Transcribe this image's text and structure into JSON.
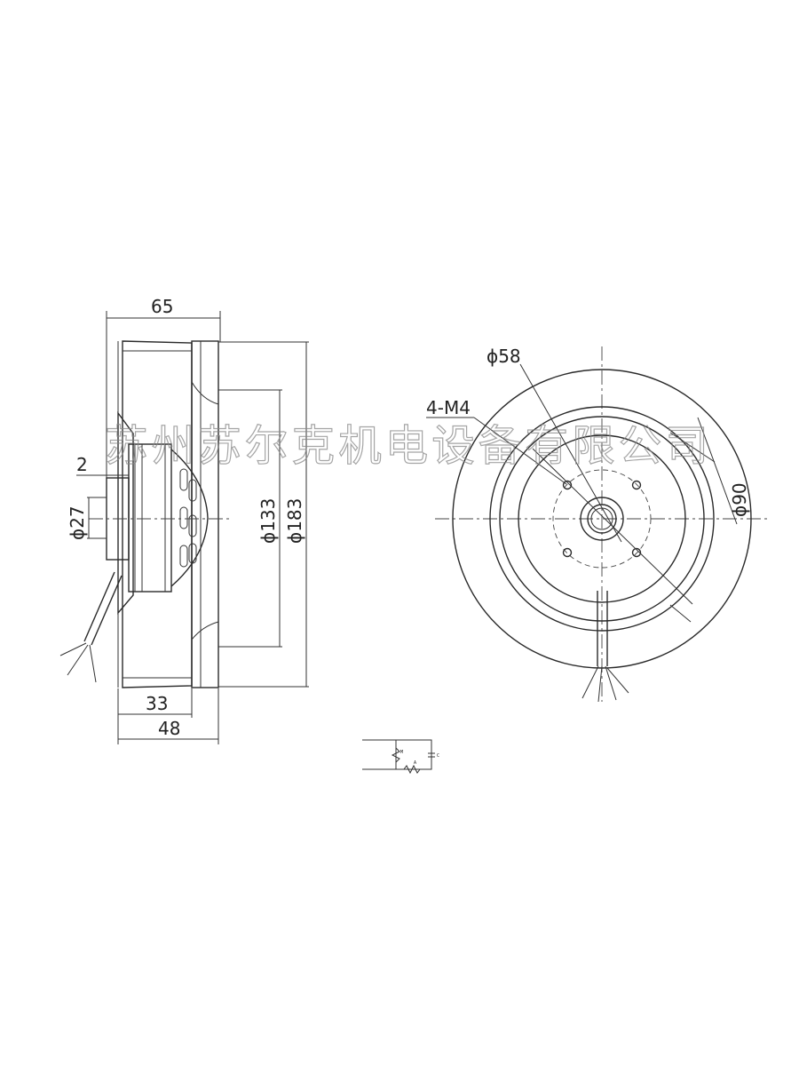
{
  "watermark": "苏州苏尔克机电设备有限公司",
  "side_view": {
    "dim_overall_width": "65",
    "dim_flange_gap": "2",
    "dim_shaft_dia": "ϕ27",
    "dim_inner_dia": "ϕ133",
    "dim_outer_dia": "ϕ183",
    "dim_depth_33": "33",
    "dim_depth_48": "48"
  },
  "front_view": {
    "dim_bolt_circle": "ϕ58",
    "dim_mount_holes": "4-M4",
    "dim_diameter_90": "ϕ90"
  },
  "wiring": {
    "label_m": "M",
    "label_c": "C",
    "label_a": "A"
  }
}
